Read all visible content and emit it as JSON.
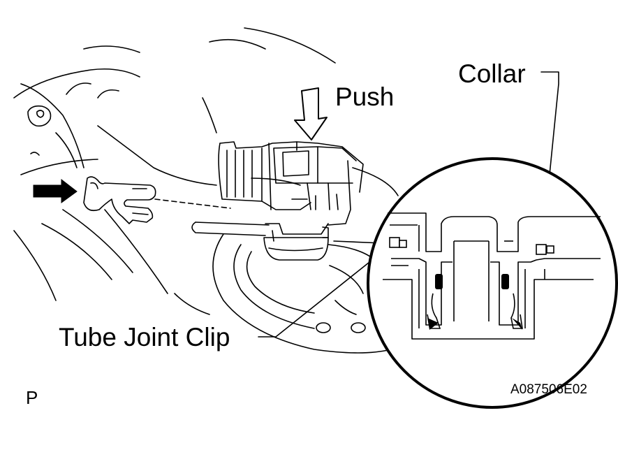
{
  "labels": {
    "push": "Push",
    "collar": "Collar",
    "tube_joint_clip": "Tube Joint Clip",
    "view_code": "P",
    "figure_id": "A087506E02"
  },
  "colors": {
    "ink": "#000000",
    "paper": "#ffffff"
  }
}
